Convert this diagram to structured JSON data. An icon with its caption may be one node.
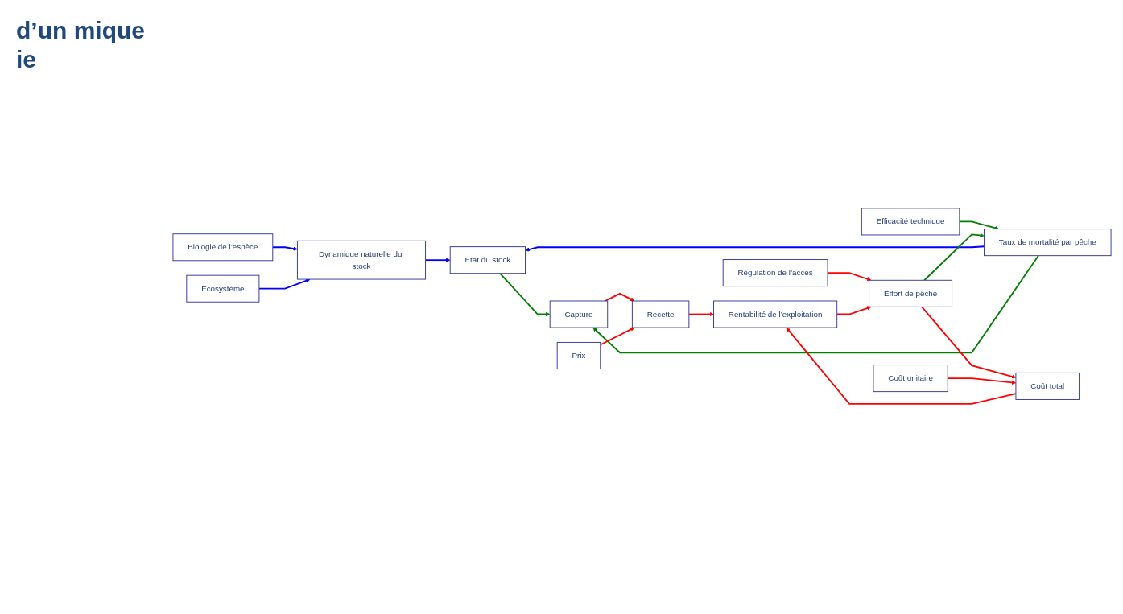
{
  "diagram": {
    "title": "d’un mique ie",
    "nodes": [
      {
        "text": [
          "Biologie de l’espèce"
        ]
      },
      {
        "text": [
          "Ecosystème"
        ]
      },
      {
        "text": [
          "Dynamique naturelle du stock"
        ]
      },
      {
        "text": [
          "Etat du stock"
        ]
      },
      {
        "text": [
          "Efficacité technique"
        ]
      },
      {
        "text": [
          "Régulation de l’accès"
        ]
      },
      {
        "text": [
          "Taux de mortalité par pêche"
        ]
      },
      {
        "text": [
          "Effort de pêche"
        ]
      },
      {
        "text": [
          "Rentabilité de l’exploitation"
        ]
      },
      {
        "text": [
          "Coût unitaire"
        ]
      },
      {
        "text": [
          "Capture"
        ]
      },
      {
        "text": [
          "Prix"
        ]
      },
      {
        "text": [
          "Coût total"
        ]
      },
      {
        "text": [
          "Recette"
        ]
      }
    ],
    "edges": [
      {
        "from": 0,
        "to": 2,
        "arrow": "to",
        "color": "#0000ff"
      },
      {
        "from": 1,
        "to": 2,
        "arrow": "to",
        "color": "#0000ff"
      },
      {
        "from": 2,
        "to": 3,
        "arrow": "to",
        "color": "#0000ff"
      },
      {
        "from": 6,
        "to": 3,
        "arrow": "to",
        "color": "#0000ff"
      },
      {
        "from": 4,
        "to": 6,
        "arrow": "to",
        "color": "#008000"
      },
      {
        "from": 7,
        "to": 6,
        "arrow": "to",
        "color": "#008000"
      },
      {
        "from": 6,
        "to": 10,
        "arrow": "to",
        "color": "#008000"
      },
      {
        "from": 3,
        "to": 10,
        "arrow": "to",
        "color": "#008000"
      },
      {
        "from": 5,
        "to": 7,
        "arrow": "to"
      },
      {
        "from": 8,
        "to": 7,
        "arrow": "to"
      },
      {
        "from": 7,
        "to": 12,
        "arrow": "to"
      },
      {
        "from": 9,
        "to": 12,
        "arrow": "to"
      },
      {
        "from": 10,
        "to": 13,
        "arrow": "to"
      },
      {
        "from": 11,
        "to": 13,
        "arrow": "to"
      },
      {
        "from": 12,
        "to": 8,
        "arrow": "to"
      },
      {
        "from": 13,
        "to": 8,
        "arrow": "to"
      }
    ]
  }
}
